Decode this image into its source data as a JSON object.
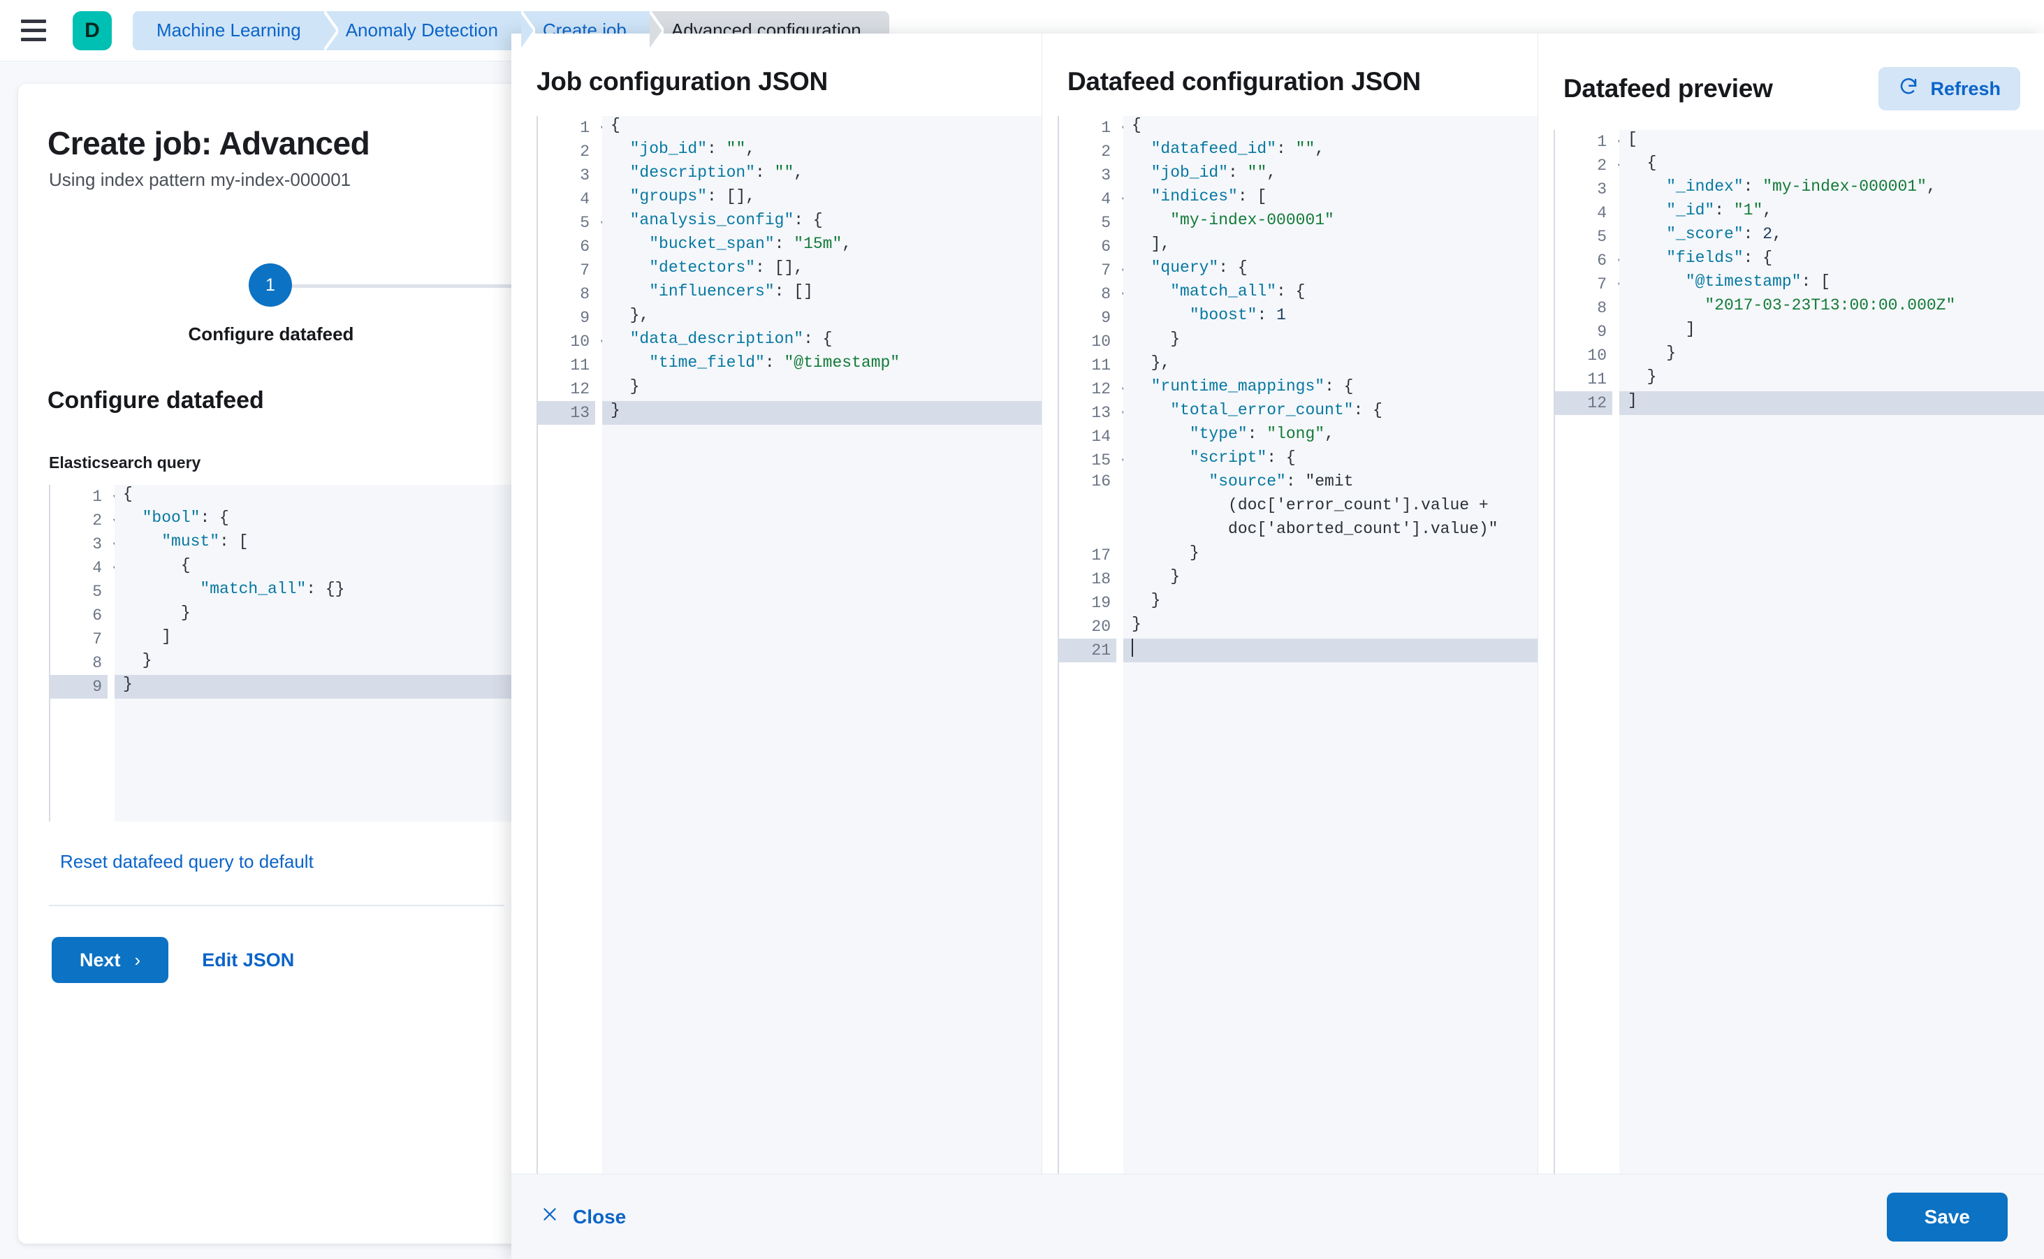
{
  "topbar": {
    "menu_icon": "hamburger-icon",
    "app_badge": "D",
    "breadcrumbs": [
      {
        "label": "Machine Learning",
        "active": false
      },
      {
        "label": "Anomaly Detection",
        "active": false
      },
      {
        "label": "Create job",
        "active": false
      },
      {
        "label": "Advanced configuration",
        "active": true
      }
    ]
  },
  "colors": {
    "accent_blue": "#0b72c4",
    "link_blue": "#0b64c8",
    "brand_teal": "#00bfb3",
    "breadcrumb_blue": "#cfe4f7",
    "breadcrumb_grey": "#d9dde2",
    "editor_bg": "#f5f7fa",
    "highlight_row": "#d7dde8",
    "json_key": "#0778a1",
    "json_string": "#137a38"
  },
  "left_page": {
    "title": "Create job: Advanced",
    "subtitle": "Using index pattern my-index-000001",
    "step_number": "1",
    "step_label": "Configure datafeed",
    "section_title": "Configure datafeed",
    "query_field_label": "Elasticsearch query",
    "reset_link": "Reset datafeed query to default",
    "next_button": "Next",
    "next_chevron": "›",
    "edit_json_button": "Edit JSON",
    "query_editor": {
      "lines": [
        {
          "n": "1",
          "fold": true,
          "text": "{"
        },
        {
          "n": "2",
          "fold": true,
          "text": "  \"bool\": {"
        },
        {
          "n": "3",
          "fold": true,
          "text": "    \"must\": ["
        },
        {
          "n": "4",
          "fold": true,
          "text": "      {"
        },
        {
          "n": "5",
          "fold": false,
          "text": "        \"match_all\": {}"
        },
        {
          "n": "6",
          "fold": false,
          "text": "      }"
        },
        {
          "n": "7",
          "fold": false,
          "text": "    ]"
        },
        {
          "n": "8",
          "fold": false,
          "text": "  }"
        },
        {
          "n": "9",
          "fold": false,
          "text": "}",
          "highlight": true
        }
      ]
    }
  },
  "flyout": {
    "columns": [
      {
        "title": "Job configuration JSON"
      },
      {
        "title": "Datafeed configuration JSON"
      },
      {
        "title": "Datafeed preview"
      }
    ],
    "refresh_button": "Refresh",
    "refresh_icon": "refresh-icon",
    "close_button": "Close",
    "close_icon": "close-icon",
    "save_button": "Save",
    "job_config_json": {
      "lines": [
        {
          "n": "1",
          "fold": true,
          "text": "{"
        },
        {
          "n": "2",
          "fold": false,
          "text": "  \"job_id\": \"\","
        },
        {
          "n": "3",
          "fold": false,
          "text": "  \"description\": \"\","
        },
        {
          "n": "4",
          "fold": false,
          "text": "  \"groups\": [],"
        },
        {
          "n": "5",
          "fold": true,
          "text": "  \"analysis_config\": {"
        },
        {
          "n": "6",
          "fold": false,
          "text": "    \"bucket_span\": \"15m\","
        },
        {
          "n": "7",
          "fold": false,
          "text": "    \"detectors\": [],"
        },
        {
          "n": "8",
          "fold": false,
          "text": "    \"influencers\": []"
        },
        {
          "n": "9",
          "fold": false,
          "text": "  },"
        },
        {
          "n": "10",
          "fold": true,
          "text": "  \"data_description\": {"
        },
        {
          "n": "11",
          "fold": false,
          "text": "    \"time_field\": \"@timestamp\""
        },
        {
          "n": "12",
          "fold": false,
          "text": "  }"
        },
        {
          "n": "13",
          "fold": false,
          "text": "}",
          "highlight": true
        }
      ]
    },
    "datafeed_config_json": {
      "lines": [
        {
          "n": "1",
          "fold": true,
          "text": "{"
        },
        {
          "n": "2",
          "fold": false,
          "text": "  \"datafeed_id\": \"\","
        },
        {
          "n": "3",
          "fold": false,
          "text": "  \"job_id\": \"\","
        },
        {
          "n": "4",
          "fold": true,
          "text": "  \"indices\": ["
        },
        {
          "n": "5",
          "fold": false,
          "text": "    \"my-index-000001\""
        },
        {
          "n": "6",
          "fold": false,
          "text": "  ],"
        },
        {
          "n": "7",
          "fold": true,
          "text": "  \"query\": {"
        },
        {
          "n": "8",
          "fold": true,
          "text": "    \"match_all\": {"
        },
        {
          "n": "9",
          "fold": false,
          "text": "      \"boost\": 1"
        },
        {
          "n": "10",
          "fold": false,
          "text": "    }"
        },
        {
          "n": "11",
          "fold": false,
          "text": "  },"
        },
        {
          "n": "12",
          "fold": true,
          "text": "  \"runtime_mappings\": {"
        },
        {
          "n": "13",
          "fold": true,
          "text": "    \"total_error_count\": {"
        },
        {
          "n": "14",
          "fold": false,
          "text": "      \"type\": \"long\","
        },
        {
          "n": "15",
          "fold": true,
          "text": "      \"script\": {"
        },
        {
          "n": "16",
          "fold": false,
          "text": "        \"source\": \"emit\n          (doc['error_count'].value +\n          doc['aborted_count'].value)\"",
          "wrap": true
        },
        {
          "n": "17",
          "fold": false,
          "text": "      }"
        },
        {
          "n": "18",
          "fold": false,
          "text": "    }"
        },
        {
          "n": "19",
          "fold": false,
          "text": "  }"
        },
        {
          "n": "20",
          "fold": false,
          "text": "}"
        },
        {
          "n": "21",
          "fold": false,
          "text": "",
          "highlight": true,
          "caret": true
        }
      ]
    },
    "datafeed_preview_json": {
      "lines": [
        {
          "n": "1",
          "fold": true,
          "text": "["
        },
        {
          "n": "2",
          "fold": true,
          "text": "  {"
        },
        {
          "n": "3",
          "fold": false,
          "text": "    \"_index\": \"my-index-000001\","
        },
        {
          "n": "4",
          "fold": false,
          "text": "    \"_id\": \"1\","
        },
        {
          "n": "5",
          "fold": false,
          "text": "    \"_score\": 2,"
        },
        {
          "n": "6",
          "fold": true,
          "text": "    \"fields\": {"
        },
        {
          "n": "7",
          "fold": true,
          "text": "      \"@timestamp\": ["
        },
        {
          "n": "8",
          "fold": false,
          "text": "        \"2017-03-23T13:00:00.000Z\""
        },
        {
          "n": "9",
          "fold": false,
          "text": "      ]"
        },
        {
          "n": "10",
          "fold": false,
          "text": "    }"
        },
        {
          "n": "11",
          "fold": false,
          "text": "  }"
        },
        {
          "n": "12",
          "fold": false,
          "text": "]",
          "highlight": true
        }
      ]
    }
  }
}
